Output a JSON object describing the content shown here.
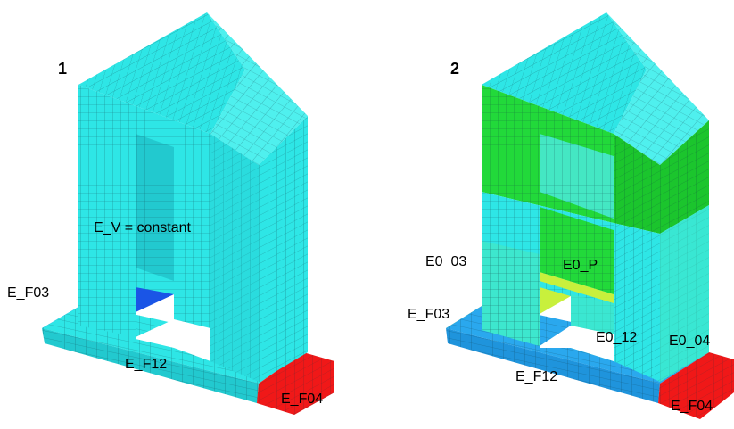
{
  "colors": {
    "wall_cyan": "#2ee6e6",
    "wall_cyan_dark": "#22c9cf",
    "wall_cyan_light": "#4ff0ee",
    "pale_teal": "#44e7c3",
    "green": "#22d93a",
    "green_dark": "#1bc52d",
    "yellow_green": "#c8f03c",
    "red": "#f01818",
    "blue": "#1a55e6",
    "sky_blue": "#2aa8ee",
    "mesh_line": "#0d3440"
  },
  "panel1": {
    "number": "1",
    "labels": {
      "ev": "E_V = constant",
      "ef03": "E_F03",
      "ef12": "E_F12",
      "ef04": "E_F04"
    }
  },
  "panel2": {
    "number": "2",
    "labels": {
      "e003": "E0_03",
      "e0p": "E0_P",
      "ef03": "E_F03",
      "e012": "E0_12",
      "e004": "E0_04",
      "ef12": "E_F12",
      "ef04": "E_F04"
    }
  }
}
